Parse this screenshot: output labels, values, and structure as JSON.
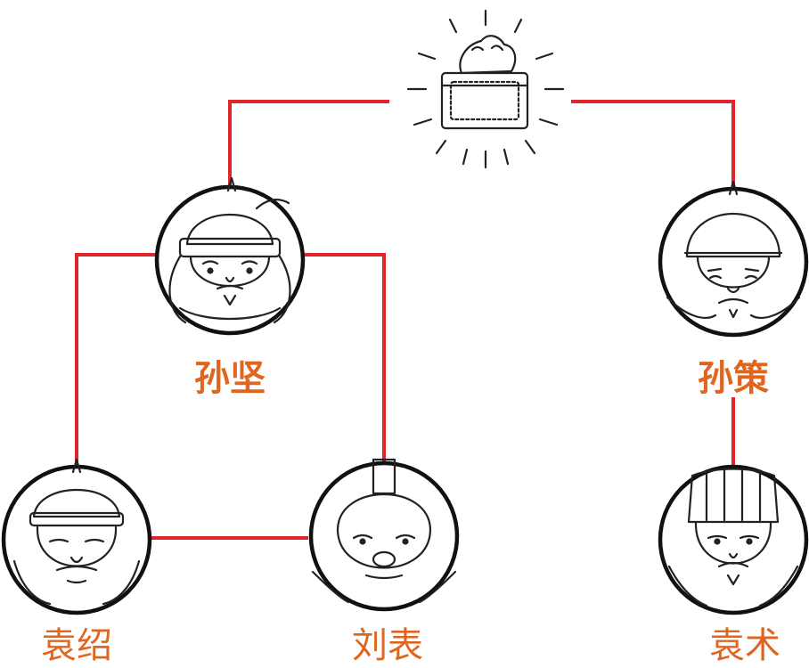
{
  "nodes": {
    "sun_jian": {
      "name": "孙坚"
    },
    "sun_ce": {
      "name": "孙策"
    },
    "yuan_shao": {
      "name": "袁绍"
    },
    "liu_biao": {
      "name": "刘表"
    },
    "yuan_shu": {
      "name": "袁术"
    }
  },
  "colors": {
    "connector": "#e0262b",
    "name_text": "#e0651f",
    "outline": "#111111"
  },
  "icons": {
    "seal": "imperial-jade-seal-icon",
    "sun_jian": "helmeted-general-portrait",
    "sun_ce": "helmeted-general-portrait",
    "yuan_shao": "helmeted-general-portrait",
    "liu_biao": "official-with-tall-hat-portrait",
    "yuan_shu": "official-with-tall-hat-portrait"
  }
}
